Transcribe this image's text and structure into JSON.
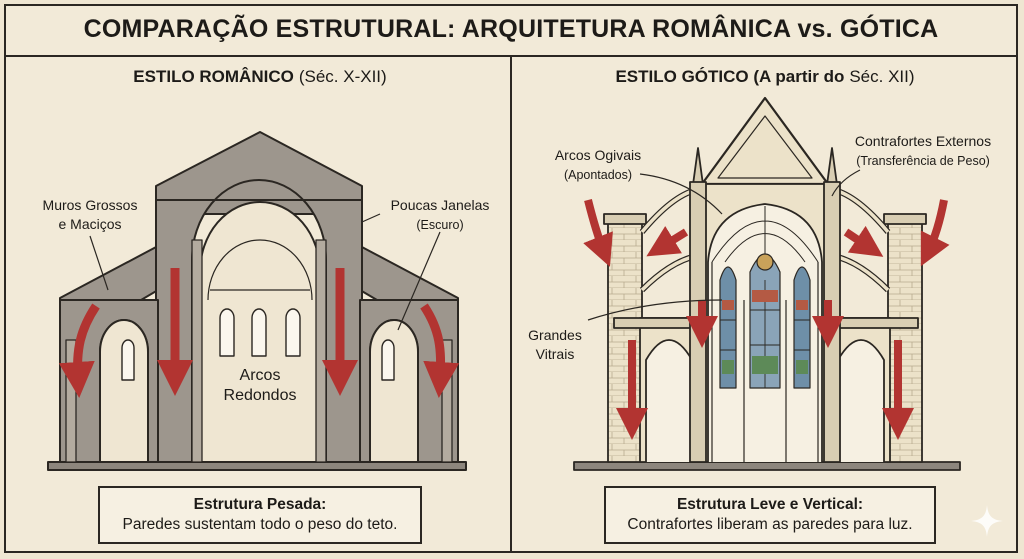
{
  "title": "COMPARAÇÃO ESTRUTURAL: ARQUITETURA ROMÂNICA vs. GÓTICA",
  "left": {
    "heading_bold": "ESTILO ROMÂNICO",
    "heading_light": "(Séc. X-XII)",
    "labels": {
      "walls_line1": "Muros Grossos",
      "walls_line2": "e Maciços",
      "windows_line1": "Poucas Janelas",
      "windows_line2": "(Escuro)",
      "arches_line1": "Arcos",
      "arches_line2": "Redondos"
    },
    "summary_head": "Estrutura Pesada:",
    "summary_body": "Paredes sustentam todo o peso do teto."
  },
  "right": {
    "heading_bold": "ESTILO GÓTICO (A partir do",
    "heading_light": "Séc. XII)",
    "labels": {
      "ogival_line1": "Arcos Ogivais",
      "ogival_line2": "(Apontados)",
      "buttress_line1": "Contrafortes Externos",
      "buttress_line2": "(Transferência de Peso)",
      "windows_line1": "Grandes",
      "windows_line2": "Vitrais"
    },
    "summary_head": "Estrutura Leve e Vertical:",
    "summary_body": "Contrafortes liberam as paredes para luz."
  },
  "colors": {
    "background": "#f2ead8",
    "stone_romanesque": "#9d968d",
    "stone_gothic": "#ece2c9",
    "arrow": "#b23431",
    "ink": "#2b2722"
  },
  "icons": [
    "force-arrow-icon",
    "sparkle-icon"
  ]
}
